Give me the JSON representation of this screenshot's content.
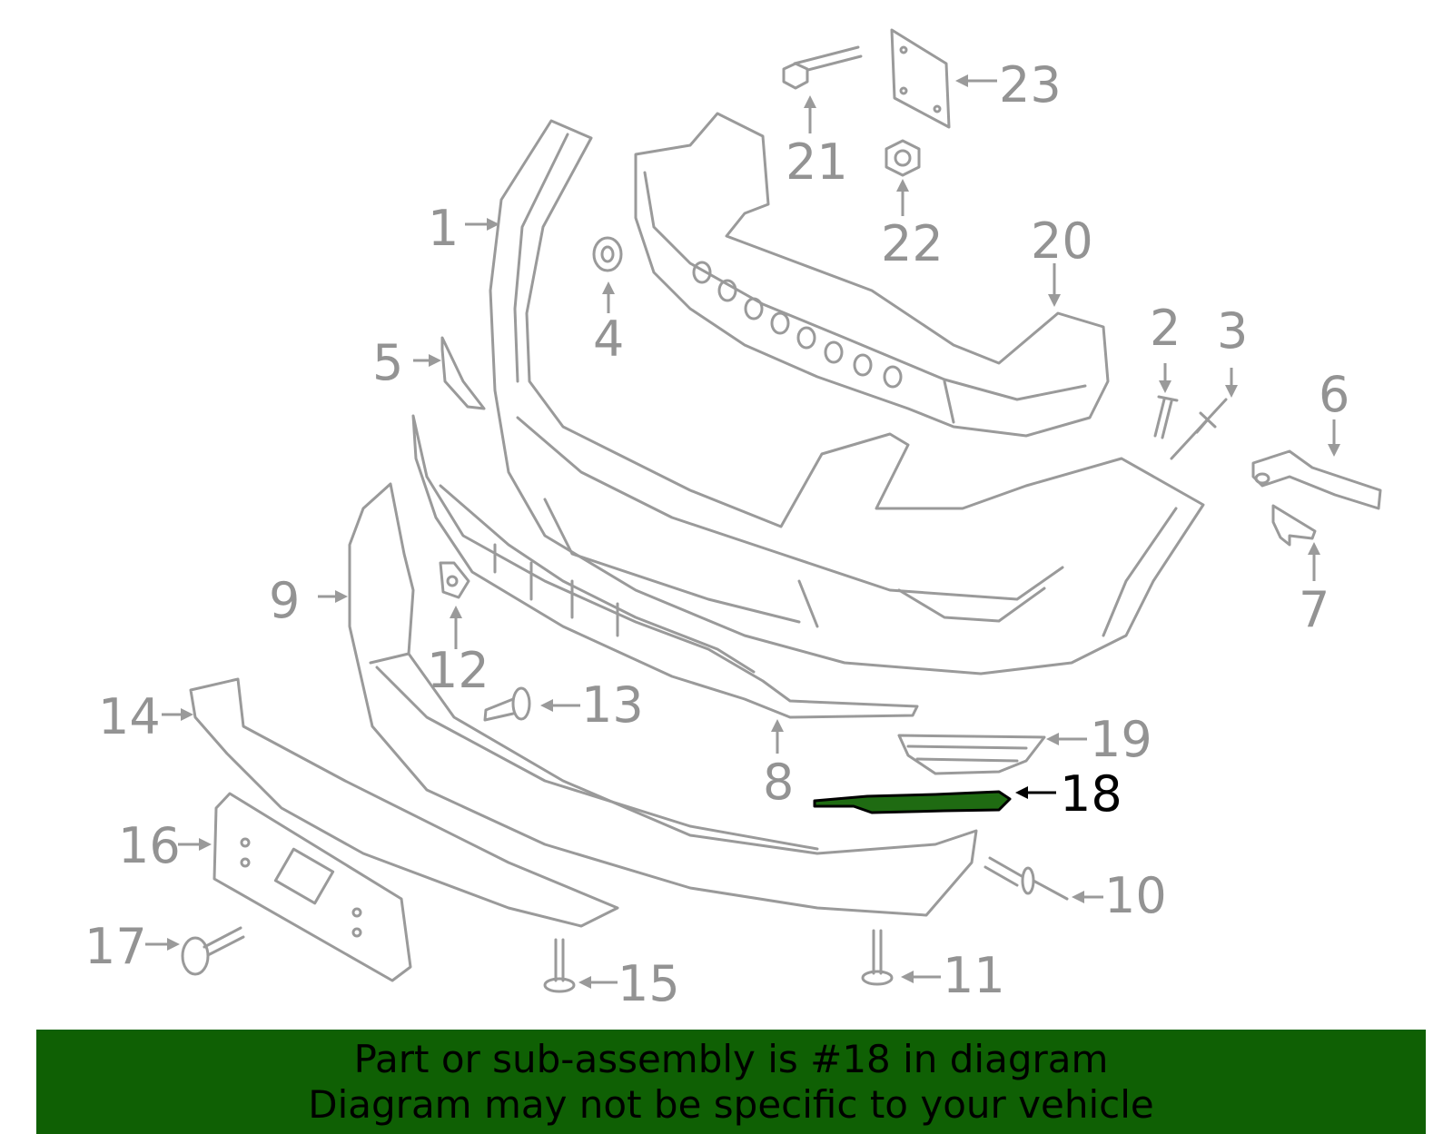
{
  "callouts": {
    "c1": "1",
    "c2": "2",
    "c3": "3",
    "c4": "4",
    "c5": "5",
    "c6": "6",
    "c7": "7",
    "c8": "8",
    "c9": "9",
    "c10": "10",
    "c11": "11",
    "c12": "12",
    "c13": "13",
    "c14": "14",
    "c15": "15",
    "c16": "16",
    "c17": "17",
    "c18": "18",
    "c19": "19",
    "c20": "20",
    "c21": "21",
    "c22": "22",
    "c23": "23"
  },
  "highlighted_part": "18",
  "colors": {
    "line": "#9a9a9a",
    "highlight_fill": "#1f6b12",
    "banner_bg": "#0f6004",
    "banner_text": "#000000"
  },
  "banner": {
    "line1": "Part or sub-assembly is #18 in diagram",
    "line2": "Diagram may not be specific to your vehicle"
  }
}
